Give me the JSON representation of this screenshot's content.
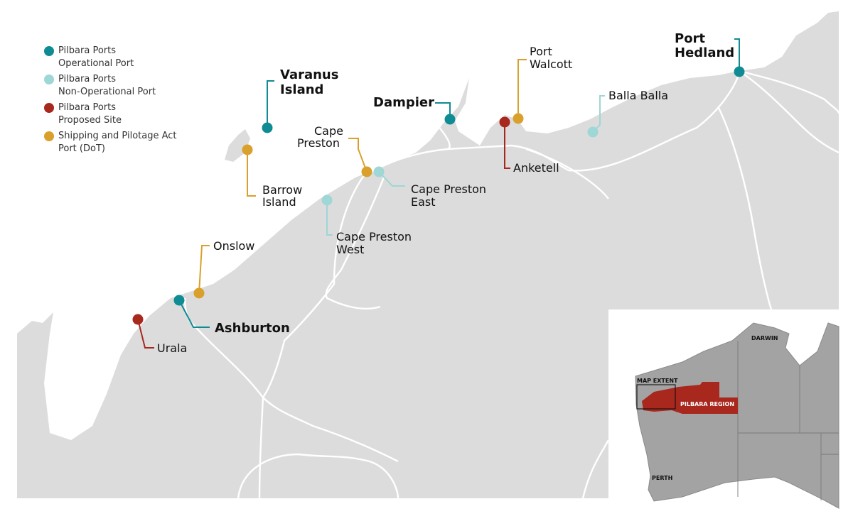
{
  "legend": [
    {
      "label": "Pilbara Ports\nOperational Port",
      "color": "#0f8b94"
    },
    {
      "label": "Pilbara Ports\nNon-Operational Port",
      "color": "#9fd6d6"
    },
    {
      "label": "Pilbara Ports\nProposed Site",
      "color": "#a8281e"
    },
    {
      "label": "Shipping and Pilotage Act\nPort (DoT)",
      "color": "#d9a02b"
    }
  ],
  "colors": {
    "operational": "#0f8b94",
    "non_operational": "#9fd6d6",
    "proposed": "#a8281e",
    "dot": "#d9a02b",
    "land": "#dcdcdc",
    "inset_land": "#a3a3a3",
    "pilbara_region": "#a8281e"
  },
  "ports": {
    "port_hedland": {
      "line1": "Port",
      "line2": "Hedland",
      "type": "operational"
    },
    "port_walcott": {
      "line1": "Port",
      "line2": "Walcott",
      "type": "dot"
    },
    "balla_balla": {
      "line1": "Balla Balla",
      "type": "non_operational"
    },
    "dampier": {
      "line1": "Dampier",
      "type": "operational"
    },
    "anketell": {
      "line1": "Anketell",
      "type": "proposed"
    },
    "varanus_island": {
      "line1": "Varanus",
      "line2": "Island",
      "type": "operational"
    },
    "cape_preston": {
      "line1": "Cape",
      "line2": "Preston",
      "type": "dot"
    },
    "cape_preston_east": {
      "line1": "Cape Preston",
      "line2": "East",
      "type": "non_operational"
    },
    "barrow_island": {
      "line1": "Barrow",
      "line2": "Island",
      "type": "dot"
    },
    "cape_preston_west": {
      "line1": "Cape Preston",
      "line2": "West",
      "type": "non_operational"
    },
    "onslow": {
      "line1": "Onslow",
      "type": "dot"
    },
    "ashburton": {
      "line1": "Ashburton",
      "type": "operational"
    },
    "urala": {
      "line1": "Urala",
      "type": "proposed"
    }
  },
  "inset": {
    "darwin": "DARWIN",
    "map_extent": "MAP EXTENT",
    "pilbara_region": "PILBARA REGION",
    "perth": "PERTH"
  }
}
